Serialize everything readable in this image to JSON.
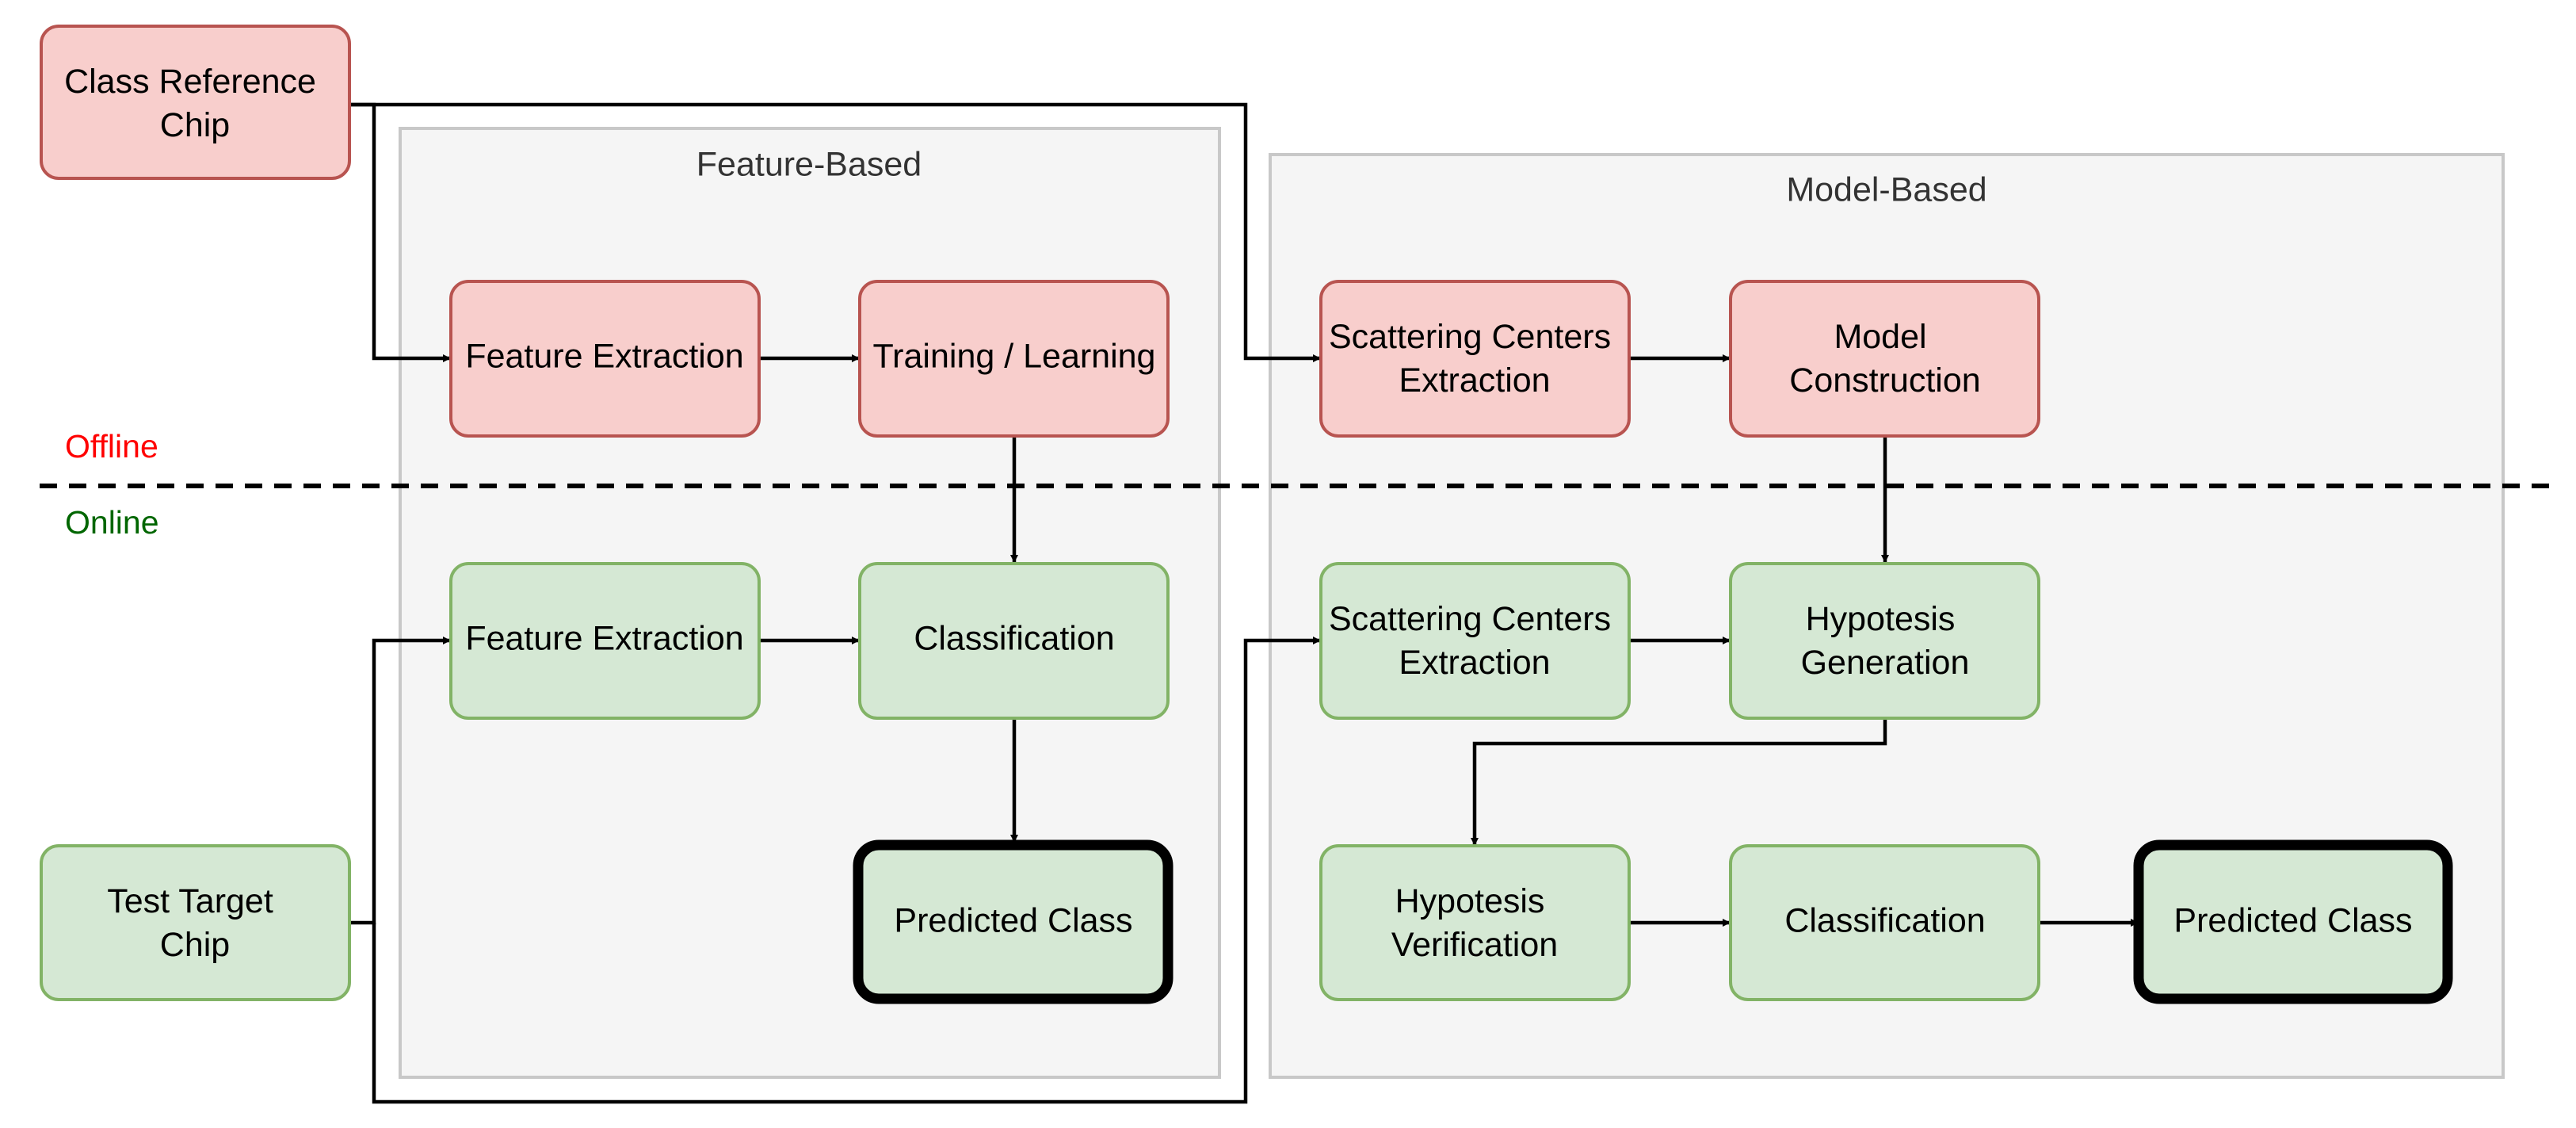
{
  "colors": {
    "offline_fill": "#f8cecc",
    "offline_stroke": "#b85450",
    "online_fill": "#d5e8d4",
    "online_stroke": "#82b366",
    "group_fill": "#f5f5f5",
    "group_stroke": "#c8c8c8",
    "offline_text": "#ff0000",
    "online_text": "#006600",
    "connector": "#000000"
  },
  "phases": {
    "offline": "Offline",
    "online": "Online"
  },
  "groups": {
    "feature_based": {
      "title": "Feature-Based"
    },
    "model_based": {
      "title": "Model-Based"
    }
  },
  "nodes": {
    "class_reference_chip": {
      "lines": [
        "Class Reference",
        "Chip"
      ]
    },
    "test_target_chip": {
      "lines": [
        "Test Target",
        "Chip"
      ]
    },
    "fb_feature_extraction_offline": {
      "lines": [
        "Feature Extraction"
      ]
    },
    "fb_training_learning": {
      "lines": [
        "Training / Learning"
      ]
    },
    "fb_feature_extraction_online": {
      "lines": [
        "Feature Extraction"
      ]
    },
    "fb_classification": {
      "lines": [
        "Classification"
      ]
    },
    "fb_predicted_class": {
      "lines": [
        "Predicted Class"
      ]
    },
    "mb_scattering_offline": {
      "lines": [
        "Scattering Centers",
        "Extraction"
      ]
    },
    "mb_model_construction": {
      "lines": [
        "Model",
        "Construction"
      ]
    },
    "mb_scattering_online": {
      "lines": [
        "Scattering Centers",
        "Extraction"
      ]
    },
    "mb_hypotesis_generation": {
      "lines": [
        "Hypotesis",
        "Generation"
      ]
    },
    "mb_hypotesis_verification": {
      "lines": [
        "Hypotesis",
        "Verification"
      ]
    },
    "mb_classification": {
      "lines": [
        "Classification"
      ]
    },
    "mb_predicted_class": {
      "lines": [
        "Predicted Class"
      ]
    }
  }
}
